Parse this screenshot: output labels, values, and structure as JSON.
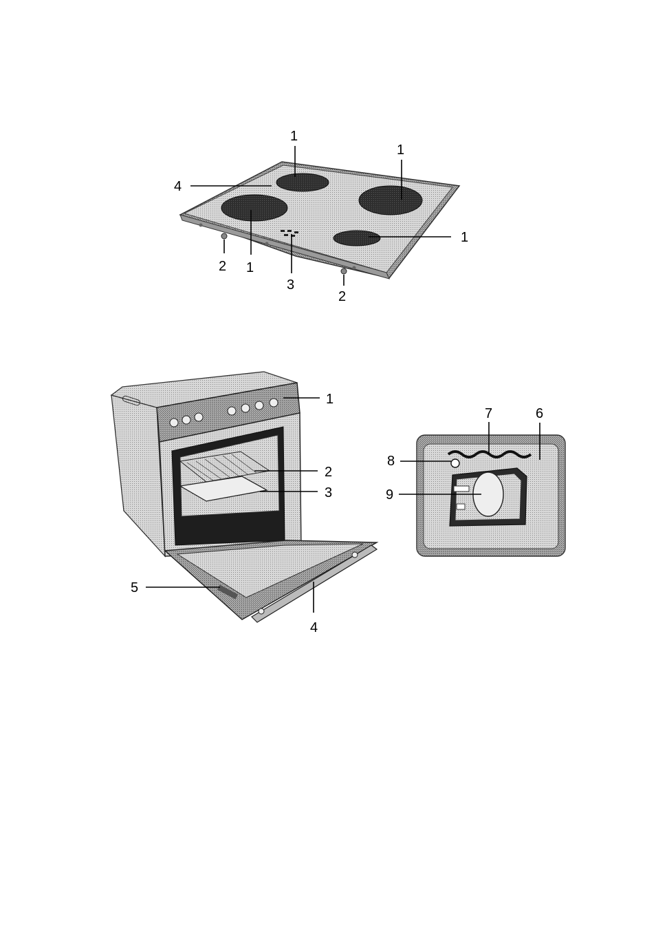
{
  "hob": {
    "labels": {
      "zone_top": "1",
      "zone_right": "1",
      "zone_front_right": "1",
      "zone_front_left": "1",
      "fixing_left": "2",
      "fixing_right": "2",
      "indicators": "3",
      "frame": "4"
    }
  },
  "oven": {
    "labels": {
      "control_panel": "1",
      "shelf": "2",
      "tray": "3",
      "door": "4",
      "hinge": "5"
    }
  },
  "oven_interior": {
    "labels": {
      "wall": "6",
      "heating_element": "7",
      "lamp": "8",
      "fan": "9"
    }
  },
  "colors": {
    "panel_gray": "#c9c9c9",
    "dark_zone": "#2e2e2e",
    "outline": "#333333"
  }
}
